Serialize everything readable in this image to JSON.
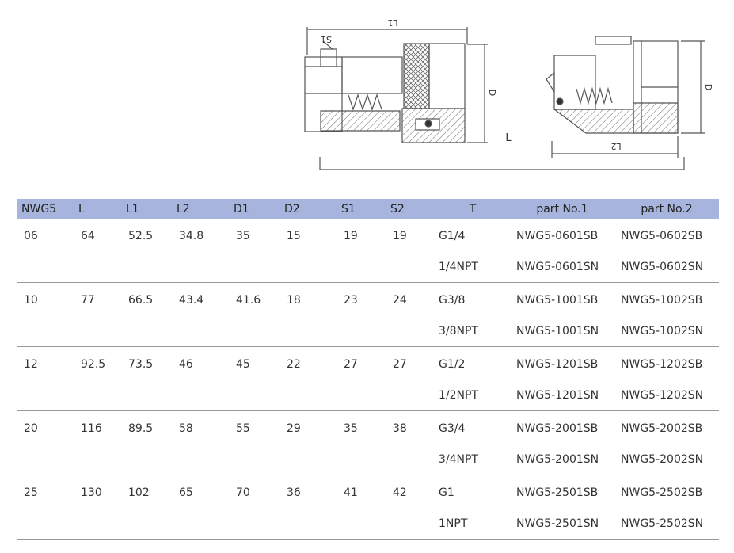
{
  "drawing": {
    "labels": {
      "l1": "L1",
      "s1": "S1",
      "d_left": "D",
      "l": "L",
      "l2": "L2",
      "d_right": "D"
    }
  },
  "table": {
    "headers": [
      "NWG5",
      "L",
      "L1",
      "L2",
      "D1",
      "D2",
      "S1",
      "S2",
      "T",
      "part No.1",
      "part No.2"
    ],
    "rows": [
      {
        "size": "06",
        "l": "64",
        "l1": "52.5",
        "l2": "34.8",
        "d1": "35",
        "d2": "15",
        "s1": "19",
        "s2": "19",
        "variants": [
          {
            "t": "G1/4",
            "part1": "NWG5-0601SB",
            "part2": "NWG5-0602SB"
          },
          {
            "t": "1/4NPT",
            "part1": "NWG5-0601SN",
            "part2": "NWG5-0602SN"
          }
        ]
      },
      {
        "size": "10",
        "l": "77",
        "l1": "66.5",
        "l2": "43.4",
        "d1": "41.6",
        "d2": "18",
        "s1": "23",
        "s2": "24",
        "variants": [
          {
            "t": "G3/8",
            "part1": "NWG5-1001SB",
            "part2": "NWG5-1002SB"
          },
          {
            "t": "3/8NPT",
            "part1": "NWG5-1001SN",
            "part2": "NWG5-1002SN"
          }
        ]
      },
      {
        "size": "12",
        "l": "92.5",
        "l1": "73.5",
        "l2": "46",
        "d1": "45",
        "d2": "22",
        "s1": "27",
        "s2": "27",
        "variants": [
          {
            "t": "G1/2",
            "part1": "NWG5-1201SB",
            "part2": "NWG5-1202SB"
          },
          {
            "t": "1/2NPT",
            "part1": "NWG5-1201SN",
            "part2": "NWG5-1202SN"
          }
        ]
      },
      {
        "size": "20",
        "l": "116",
        "l1": "89.5",
        "l2": "58",
        "d1": "55",
        "d2": "29",
        "s1": "35",
        "s2": "38",
        "variants": [
          {
            "t": "G3/4",
            "part1": "NWG5-2001SB",
            "part2": "NWG5-2002SB"
          },
          {
            "t": "3/4NPT",
            "part1": "NWG5-2001SN",
            "part2": "NWG5-2002SN"
          }
        ]
      },
      {
        "size": "25",
        "l": "130",
        "l1": "102",
        "l2": "65",
        "d1": "70",
        "d2": "36",
        "s1": "41",
        "s2": "42",
        "variants": [
          {
            "t": "G1",
            "part1": "NWG5-2501SB",
            "part2": "NWG5-2502SB"
          },
          {
            "t": "1NPT",
            "part1": "NWG5-2501SN",
            "part2": "NWG5-2502SN"
          }
        ]
      }
    ]
  },
  "colors": {
    "header_bg": "#a7b5de",
    "line": "#555555"
  }
}
